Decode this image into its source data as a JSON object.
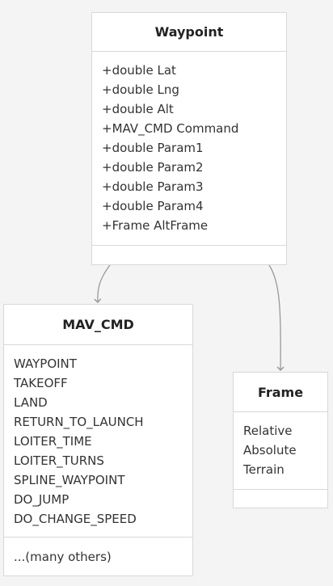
{
  "diagram": {
    "classes": [
      {
        "id": "waypoint",
        "name": "Waypoint",
        "attributes": [
          "+double Lat",
          "+double Lng",
          "+double Alt",
          "+MAV_CMD Command",
          "+double Param1",
          "+double Param2",
          "+double Param3",
          "+double Param4",
          "+Frame AltFrame"
        ],
        "methods": []
      },
      {
        "id": "mav_cmd",
        "name": "MAV_CMD",
        "attributes": [
          "WAYPOINT",
          "TAKEOFF",
          "LAND",
          "RETURN_TO_LAUNCH",
          "LOITER_TIME",
          "LOITER_TURNS",
          "SPLINE_WAYPOINT",
          "DO_JUMP",
          "DO_CHANGE_SPEED"
        ],
        "methods": [
          "...(many others)"
        ]
      },
      {
        "id": "frame",
        "name": "Frame",
        "attributes": [
          "Relative",
          "Absolute",
          "Terrain"
        ],
        "methods": []
      }
    ],
    "relations": [
      {
        "from": "waypoint",
        "to": "mav_cmd",
        "type": "association-arrow"
      },
      {
        "from": "waypoint",
        "to": "frame",
        "type": "association-arrow"
      }
    ],
    "colors": {
      "background": "#f4f4f4",
      "box_fill": "#ffffff",
      "box_border": "#d8d8d8",
      "edge": "#999999",
      "text": "#333333"
    }
  }
}
